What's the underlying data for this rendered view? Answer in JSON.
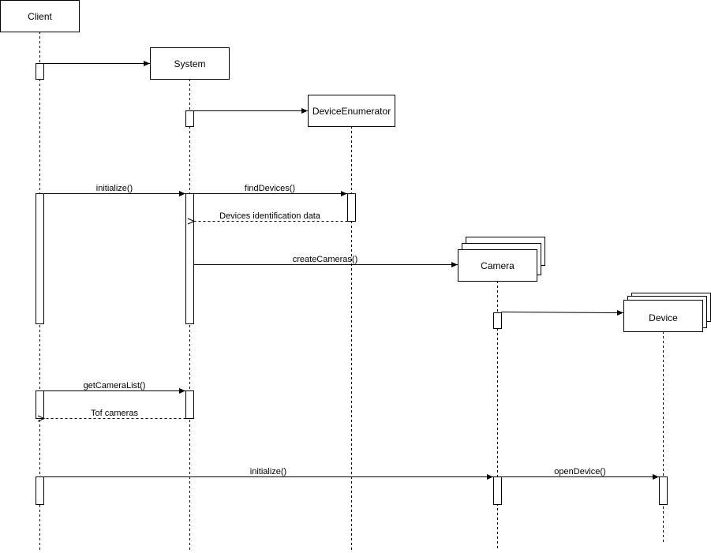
{
  "participants": {
    "client": "Client",
    "system": "System",
    "enumerator": "DeviceEnumerator",
    "camera": "Camera",
    "device": "Device"
  },
  "messages": {
    "initialize_system": "initialize()",
    "find_devices": "findDevices()",
    "devices_data": "Devices identification data",
    "create_cameras": "createCameras()",
    "get_camera_list": "getCameraList()",
    "tof_cameras": "Tof cameras",
    "initialize_camera": "initialize()",
    "open_device": "openDevice()"
  }
}
